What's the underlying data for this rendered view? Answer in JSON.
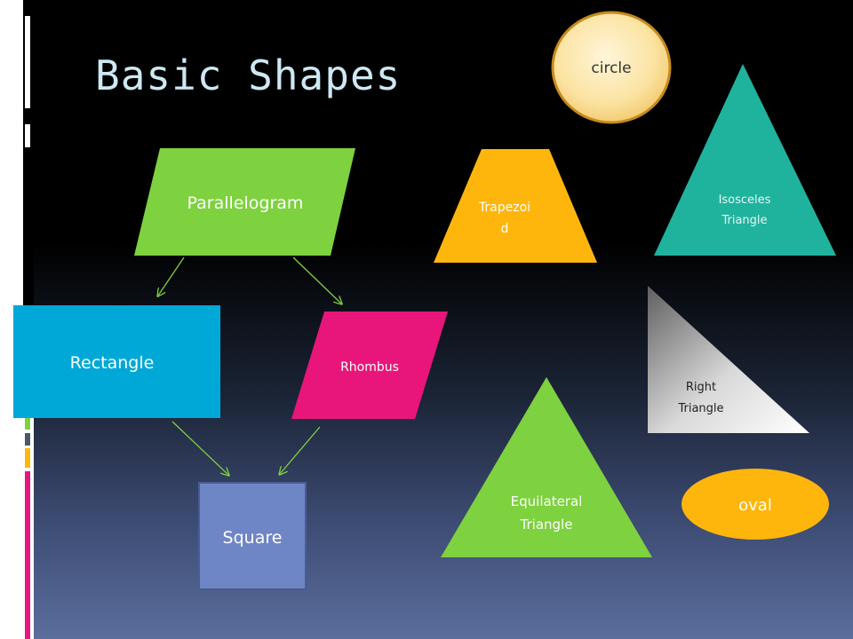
{
  "title": "Basic Shapes",
  "shapes": {
    "circle": "circle",
    "parallelogram": "Parallelogram",
    "trapezoid_line1": "Trapezoi",
    "trapezoid_line2": "d",
    "isosceles_line1": "Isosceles",
    "isosceles_line2": "Triangle",
    "rectangle": "Rectangle",
    "rhombus": "Rhombus",
    "right_line1": "Right",
    "right_line2": "Triangle",
    "equilateral_line1": "Equilateral",
    "equilateral_line2": "Triangle",
    "square": "Square",
    "oval": "oval"
  },
  "colors": {
    "parallelogram": "#7ed13f",
    "rectangle": "#00a8d8",
    "rhombus": "#e8167a",
    "square": "#6f86c6",
    "trapezoid": "#ffb60c",
    "isosceles": "#1fb39d",
    "equilateral": "#7ed13f",
    "oval": "#ffb60c",
    "circle": "#fbe4a4",
    "arrow": "#7ed13f"
  }
}
